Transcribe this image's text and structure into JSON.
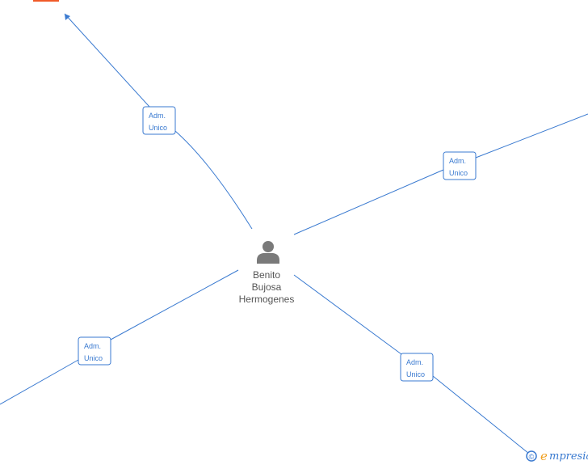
{
  "colors": {
    "edge": "#3a7ad0",
    "person_icon": "#7a7a7a",
    "person_text": "#555555",
    "top_node_accent": "#f05a28",
    "brand_e": "#f0a020",
    "brand_text": "#3a7ad0"
  },
  "center_node": {
    "icon": "person-icon",
    "name_lines": [
      "Benito",
      "Bujosa",
      "Hermogenes"
    ]
  },
  "edges": [
    {
      "id": "top-left",
      "role_lines": [
        "Adm.",
        "Unico"
      ],
      "target": "offscreen-company-top-left"
    },
    {
      "id": "right",
      "role_lines": [
        "Adm.",
        "Unico"
      ],
      "target": "offscreen-company-right"
    },
    {
      "id": "bottom-left",
      "role_lines": [
        "Adm.",
        "Unico"
      ],
      "target": "offscreen-company-bottom-left"
    },
    {
      "id": "bottom-right",
      "role_lines": [
        "Adm.",
        "Unico"
      ],
      "target": "offscreen-company-bottom-right"
    }
  ],
  "brand": {
    "copyright_symbol": "©",
    "e_letter": "e",
    "rest": "mpresia"
  }
}
